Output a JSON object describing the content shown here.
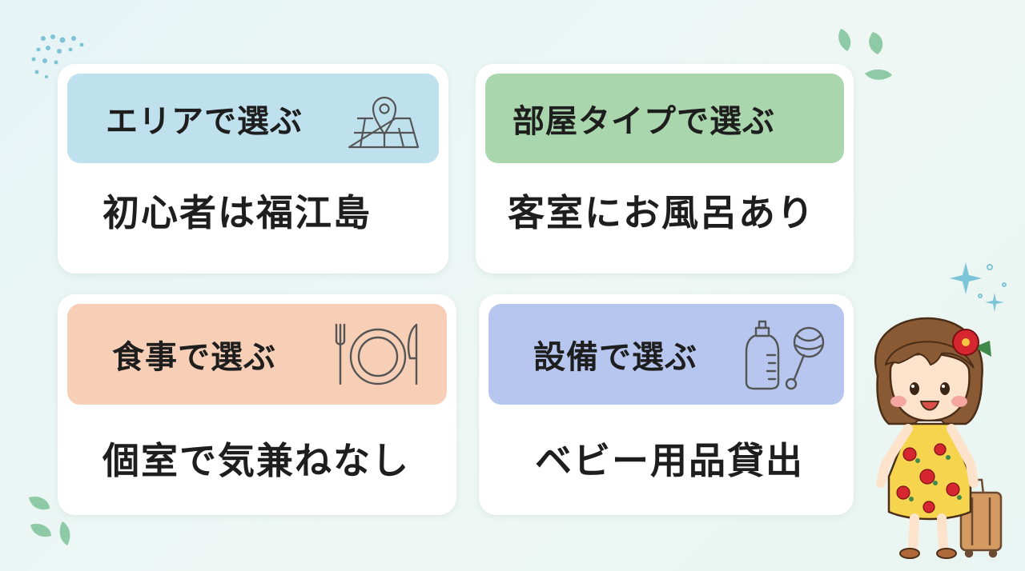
{
  "colors": {
    "area_header": "#bfe1ee",
    "room_header": "#a9d6ac",
    "meal_header": "#f7ceb6",
    "facility_header": "#b6c6ee",
    "icon_stroke": "#555555"
  },
  "cards": [
    {
      "id": "area",
      "title": "エリアで選ぶ",
      "body": "初心者は福江島",
      "icon": "map-pin-icon"
    },
    {
      "id": "room",
      "title": "部屋タイプで選ぶ",
      "body": "客室にお風呂あり",
      "icon": ""
    },
    {
      "id": "meal",
      "title": "食事で選ぶ",
      "body": "個室で気兼ねなし",
      "icon": "fork-plate-knife-icon"
    },
    {
      "id": "facility",
      "title": "設備で選ぶ",
      "body": "ベビー用品貸出",
      "icon": "baby-bottle-rattle-icon"
    }
  ],
  "decorations": [
    "dots-icon",
    "leaf-icon",
    "sparkle-icon",
    "girl-with-suitcase-illustration"
  ]
}
